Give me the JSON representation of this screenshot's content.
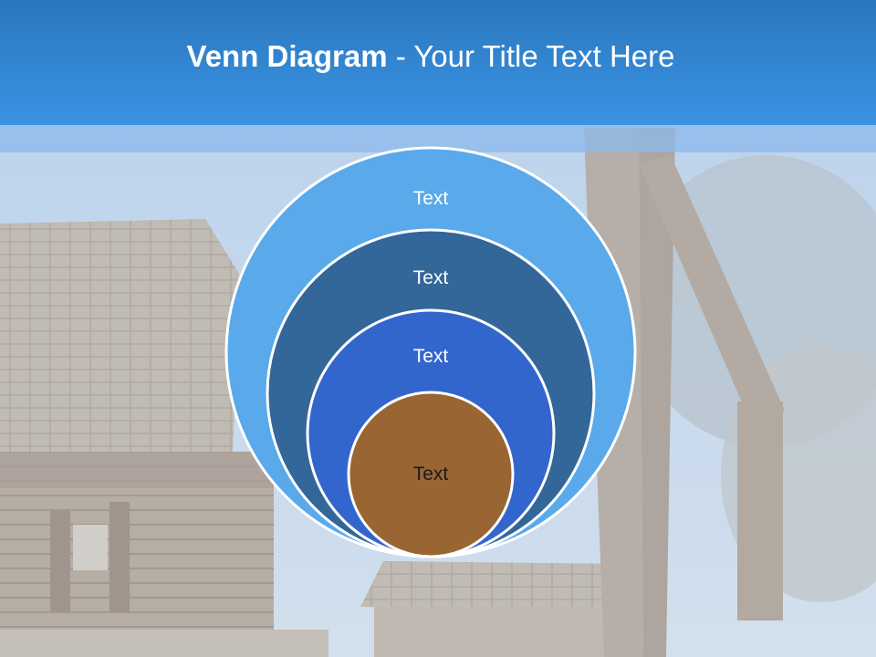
{
  "title": {
    "bold_part": "Venn Diagram",
    "regular_part": " - Your Title Text Here"
  },
  "diagram": {
    "circles": [
      {
        "label": "Text",
        "fill": "#5aa9ea",
        "text_color": "#ffffff"
      },
      {
        "label": "Text",
        "fill": "#336699",
        "text_color": "#ffffff"
      },
      {
        "label": "Text",
        "fill": "#3366cc",
        "text_color": "#ffffff"
      },
      {
        "label": "Text",
        "fill": "#996633",
        "text_color": "#1a1a1a"
      }
    ]
  },
  "colors": {
    "header": "#3a93e4",
    "circle_outline": "#ffffff"
  }
}
